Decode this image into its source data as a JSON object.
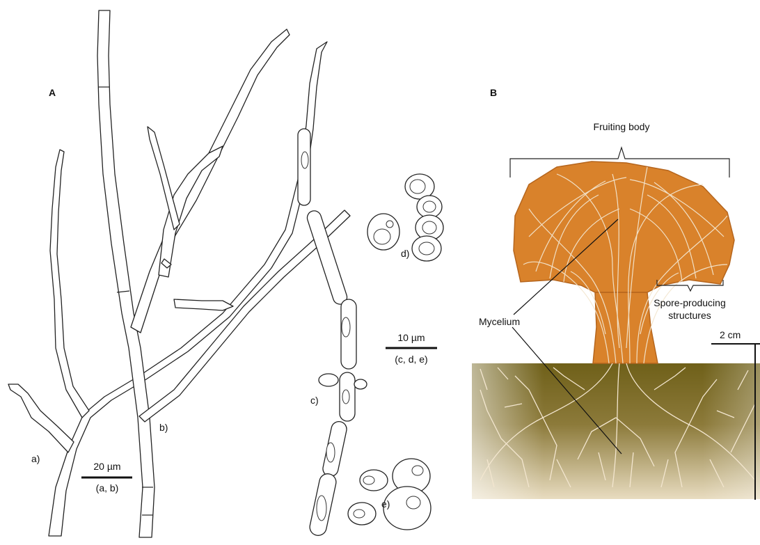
{
  "panels": {
    "a": "A",
    "b": "B"
  },
  "panel_a": {
    "labels": {
      "a": "a)",
      "b": "b)",
      "c": "c)",
      "d": "d)",
      "e": "e)"
    },
    "scale_large": {
      "value": "20 µm",
      "caption": "(a, b)"
    },
    "scale_small": {
      "value": "10 µm",
      "caption": "(c, d, e)"
    }
  },
  "panel_b": {
    "fruiting_body": "Fruiting body",
    "spore_structures_line1": "Spore-producing",
    "spore_structures_line2": "structures",
    "mycelium": "Mycelium",
    "scale": "2 cm"
  },
  "colors": {
    "cap": "#d9822b",
    "cap_outline": "#b5651d",
    "soil_top": "#7a6a1f",
    "soil_bottom": "#c9b27a",
    "hyphae_line": "#f3e6cf",
    "ink": "#222222"
  }
}
